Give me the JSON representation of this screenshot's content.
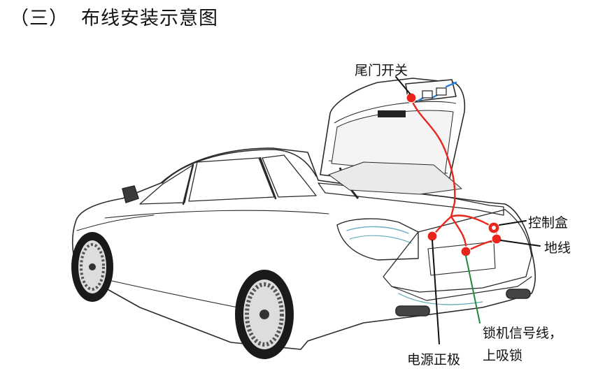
{
  "title": {
    "number": "（三）",
    "text": "布线安装示意图"
  },
  "labels": {
    "tail_switch": "尾门开关",
    "control_box": "控制盒",
    "ground": "地线",
    "power_positive": "电源正极",
    "lock_signal_line1": "锁机信号线，",
    "lock_signal_line2": "上吸锁"
  },
  "colors": {
    "wire_red": "#e8261c",
    "leader_black": "#111111",
    "leader_green": "#1f8c3a",
    "car_outline": "#2a2a2a"
  }
}
